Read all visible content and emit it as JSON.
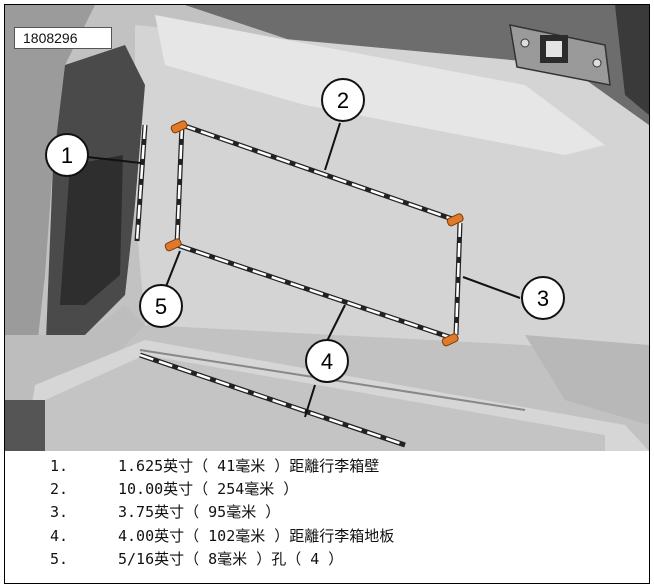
{
  "figure": {
    "id_label": "1808296",
    "callouts": [
      "1",
      "2",
      "3",
      "4",
      "5"
    ]
  },
  "legend": [
    {
      "number": "1.",
      "text": "1.625英寸（ 41毫米 ）距離行李箱壁"
    },
    {
      "number": "2.",
      "text": "10.00英寸（ 254毫米 ）"
    },
    {
      "number": "3.",
      "text": "3.75英寸（ 95毫米 ）"
    },
    {
      "number": "4.",
      "text": "4.00英寸（ 102毫米 ）距離行李箱地板"
    },
    {
      "number": "5.",
      "text": "5/16英寸（ 8毫米 ）孔（ 4 ）"
    }
  ],
  "colors": {
    "background_gray": "#c9c9c9",
    "dark_gray": "#5e5e5e",
    "pin_orange": "#e07a2a",
    "dashed_line": "#ffffff"
  }
}
